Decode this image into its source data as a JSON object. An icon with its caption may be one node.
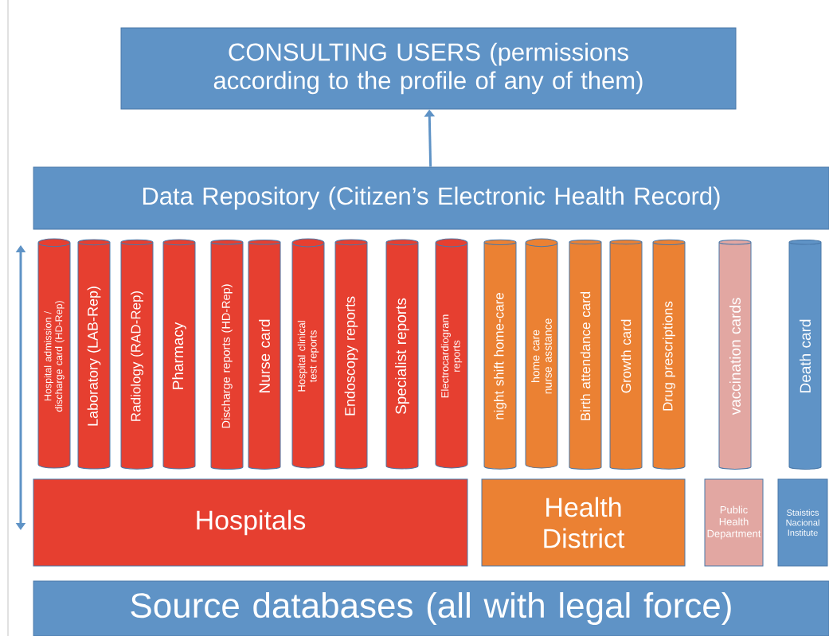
{
  "diagram": {
    "nodes": [
      {
        "text": [
          "CONSULTING USERS (permissions according to the profile of any of them)"
        ]
      },
      {
        "text": [
          "Data Repository (Citizen’s Electronic Health Record)"
        ]
      },
      {
        "text": [
          "Hospital admission / discharge card (HD-Rep)"
        ]
      },
      {
        "text": [
          "Laboratory (LAB-Rep)"
        ]
      },
      {
        "text": [
          "Radiology (RAD-Rep)"
        ]
      },
      {
        "text": [
          "Pharmacy"
        ]
      },
      {
        "text": [
          "Discharge reports (HD-Rep)"
        ]
      },
      {
        "text": [
          "Nurse card"
        ]
      },
      {
        "text": [
          "Hospital clinical test reports"
        ]
      },
      {
        "text": [
          "Endoscopy reports"
        ]
      },
      {
        "text": [
          "Specialist reports"
        ]
      },
      {
        "text": [
          "Electrocardiogram reports"
        ]
      },
      {
        "text": [
          "night shift home-care"
        ]
      },
      {
        "text": [
          "home care nurse asstance"
        ]
      },
      {
        "text": [
          "Birth attendance card"
        ]
      },
      {
        "text": [
          "Growth card"
        ]
      },
      {
        "text": [
          "Drug prescriptions"
        ]
      },
      {
        "text": [
          "vaccination cards"
        ]
      },
      {
        "text": [
          "Death card"
        ]
      },
      {
        "text": [
          "Hospitals"
        ]
      },
      {
        "text": [
          "Health District"
        ]
      },
      {
        "text": [
          "Public Health Department"
        ]
      },
      {
        "text": [
          "Staistics Nacional Institute"
        ]
      },
      {
        "text": [
          "Source databases (all with legal force)"
        ]
      }
    ],
    "edges": [
      {
        "from": 1,
        "to": 0,
        "arrow": "to"
      }
    ]
  }
}
